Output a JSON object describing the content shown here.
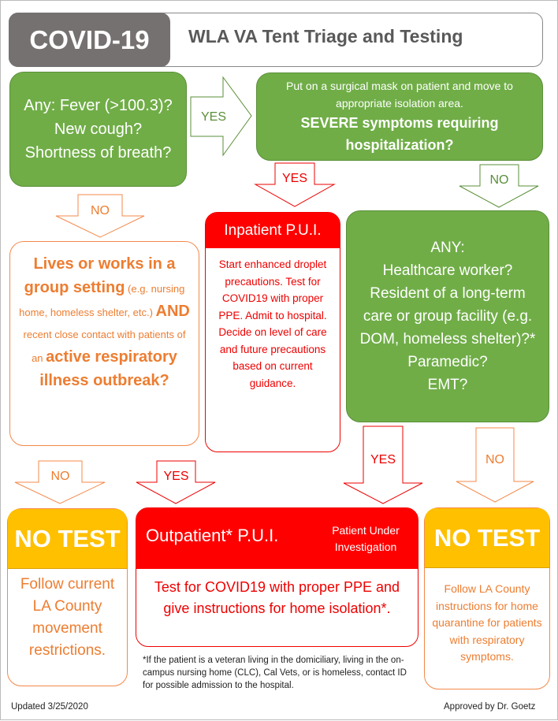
{
  "header": {
    "badge": "COVID-19",
    "title": "WLA VA Tent Triage and Testing"
  },
  "q1": {
    "text": "Any: Fever (>100.3)? New cough? Shortness of breath?"
  },
  "q2": {
    "line1": "Put on a surgical mask on patient and move to appropriate isolation area.",
    "line2": "SEVERE symptoms requiring hospitalization?"
  },
  "arrows": {
    "q1_yes": "YES",
    "q2_yes": "YES",
    "q2_no": "NO",
    "q1_no": "NO",
    "group_no": "NO",
    "group_yes": "YES",
    "any_yes": "YES",
    "any_no": "NO"
  },
  "group": {
    "p1": "Lives or works in a group setting",
    "p2": " (e.g. nursing home, homeless shelter, etc.) ",
    "p3": "AND",
    "p4": " recent close contact with patients of an ",
    "p5": "active respiratory illness outbreak?"
  },
  "inpatient": {
    "title": "Inpatient P.U.I.",
    "body": "Start enhanced droplet precautions. Test for COVID19 with proper PPE. Admit to hospital. Decide on level of care and future precautions based on current guidance."
  },
  "any": {
    "lines": [
      "ANY:",
      "Healthcare worker?",
      "Resident of a long-term care or group facility (e.g. DOM, homeless shelter)?*",
      "Paramedic?",
      "EMT?"
    ]
  },
  "notest_left": {
    "title": "NO TEST",
    "body": "Follow current LA County movement restrictions."
  },
  "outpatient": {
    "title": "Outpatient* P.U.I.",
    "subtitle": "Patient Under Investigation",
    "body": "Test for COVID19 with proper PPE and give instructions for home isolation*."
  },
  "notest_right": {
    "title": "NO TEST",
    "body": "Follow LA County instructions for home quarantine for patients with respiratory symptoms."
  },
  "footnote": "*If the patient is a veteran living in the domiciliary, living in the on-campus nursing home (CLC), Cal Vets, or is homeless, contact ID for possible admission to the hospital.",
  "footer": {
    "updated": "Updated 3/25/2020",
    "approved": "Approved by Dr. Goetz"
  },
  "colors": {
    "green": "#70ad47",
    "red": "#ff0000",
    "orange": "#ed7d31",
    "yellow": "#ffc000",
    "gray": "#767171"
  }
}
